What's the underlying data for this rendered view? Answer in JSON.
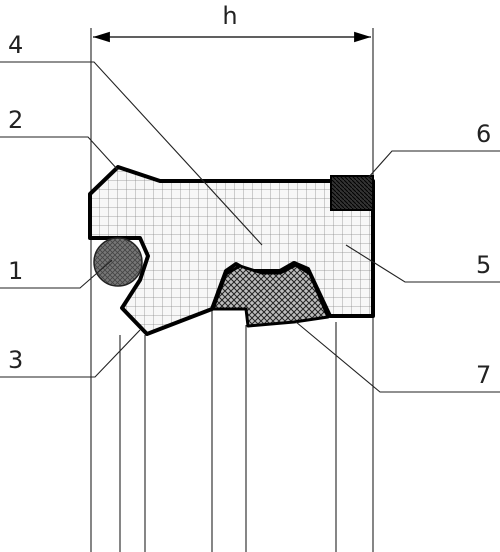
{
  "dimension_label": "h",
  "part_labels": [
    "1",
    "2",
    "3",
    "4",
    "5",
    "6",
    "7"
  ]
}
